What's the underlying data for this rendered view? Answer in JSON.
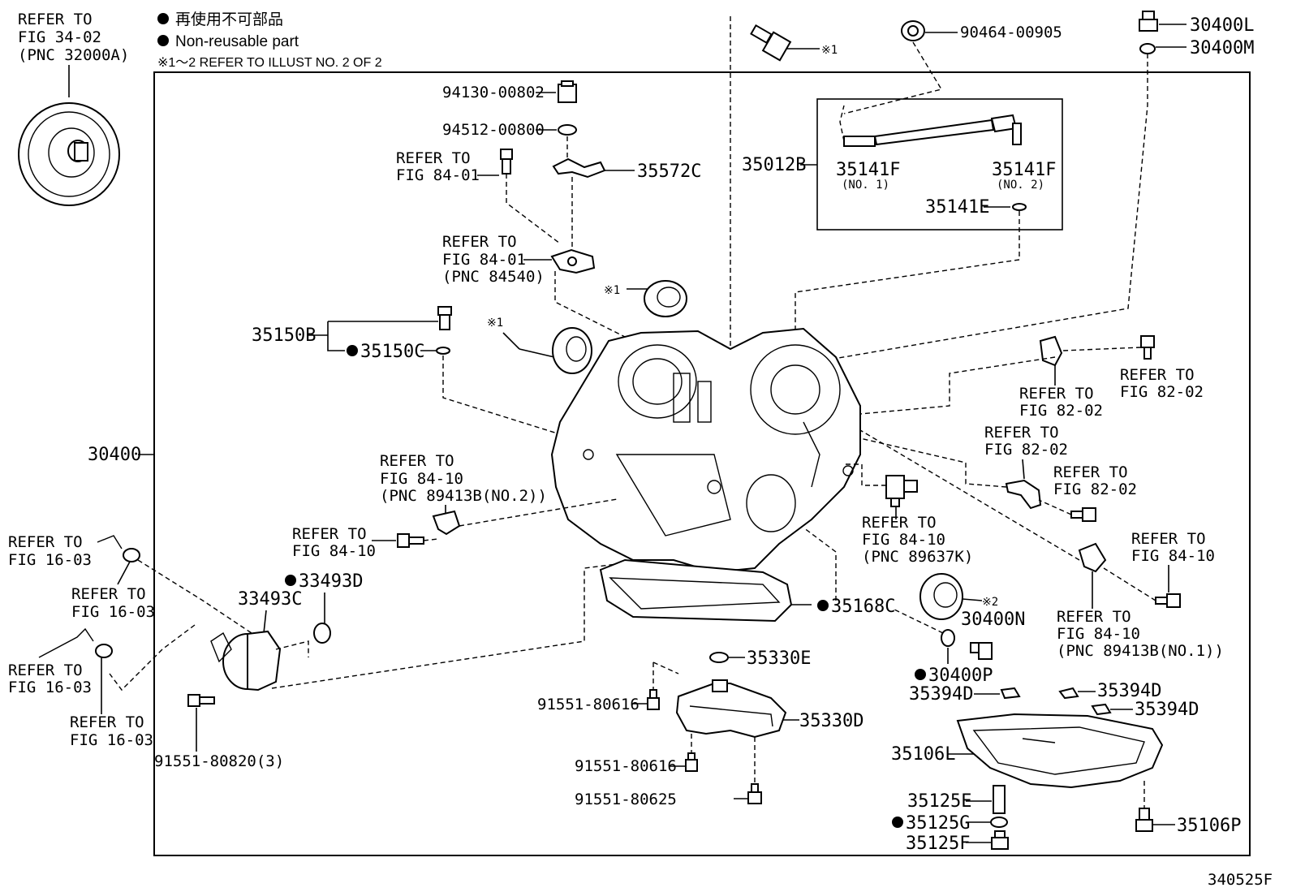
{
  "legend": {
    "line1": "再使用不可部品",
    "line2": "Non-reusable part",
    "line3": "※1～2 REFER TO ILLUST NO. 2 OF 2"
  },
  "figure_id": "340525F",
  "torque_ref": {
    "l1": "REFER TO",
    "l2": "FIG 34-02",
    "l3": "(PNC 32000A)"
  },
  "labels": {
    "p30400": "30400",
    "p30400L": "30400L",
    "p30400M": "30400M",
    "p90464": "90464-00905",
    "p94130": "94130-00802",
    "p94512": "94512-00800",
    "p35572C": "35572C",
    "p35012B": "35012B",
    "p35141F1": "35141F",
    "p35141F1s": "(NO. 1)",
    "p35141F2": "35141F",
    "p35141F2s": "(NO. 2)",
    "p35141E": "35141E",
    "p35150B": "35150B",
    "p35150C": "35150C",
    "p33493C": "33493C",
    "p33493D": "33493D",
    "p35168C": "35168C",
    "p30400N": "30400N",
    "p30400P": "30400P",
    "p35330E": "35330E",
    "p35330D": "35330D",
    "p91551_80616a": "91551-80616",
    "p91551_80616b": "91551-80616",
    "p91551_80625": "91551-80625",
    "p91551_80820": "91551-80820(3)",
    "p35394D_a": "35394D",
    "p35394D_b": "35394D",
    "p35394D_c": "35394D",
    "p35106L": "35106L",
    "p35106P": "35106P",
    "p35125E": "35125E",
    "p35125G": "35125G",
    "p35125F": "35125F",
    "mark1a": "※1",
    "mark1b": "※1",
    "mark1c": "※1",
    "mark2": "※2"
  },
  "refs": {
    "r_84_01a": [
      "REFER TO",
      "FIG 84-01"
    ],
    "r_84_01b": [
      "REFER TO",
      "FIG 84-01",
      "(PNC 84540)"
    ],
    "r_84_10a": [
      "REFER TO",
      "FIG 84-10",
      "(PNC 89413B(NO.2))"
    ],
    "r_84_10b": [
      "REFER TO",
      "FIG 84-10"
    ],
    "r_84_10c": [
      "REFER TO",
      "FIG 84-10",
      "(PNC 89637K)"
    ],
    "r_84_10d": [
      "REFER TO",
      "FIG 84-10"
    ],
    "r_84_10e": [
      "REFER TO",
      "FIG 84-10",
      "(PNC 89413B(NO.1))"
    ],
    "r_82_02a": [
      "REFER TO",
      "FIG 82-02"
    ],
    "r_82_02b": [
      "REFER TO",
      "FIG 82-02"
    ],
    "r_82_02c": [
      "REFER TO",
      "FIG 82-02"
    ],
    "r_82_02d": [
      "REFER TO",
      "FIG 82-02"
    ],
    "r_16_03a": [
      "REFER TO",
      "FIG 16-03"
    ],
    "r_16_03b": [
      "REFER TO",
      "FIG 16-03"
    ],
    "r_16_03c": [
      "REFER TO",
      "FIG 16-03"
    ],
    "r_16_03d": [
      "REFER TO",
      "FIG 16-03"
    ]
  }
}
